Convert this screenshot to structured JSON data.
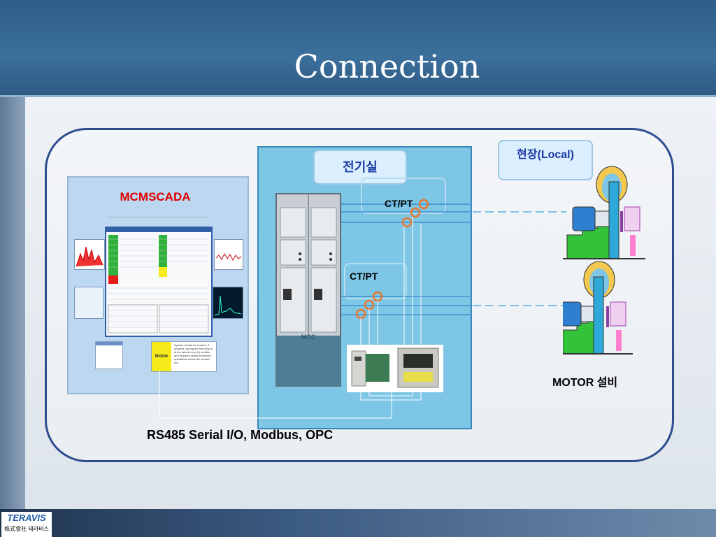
{
  "slide": {
    "title": "Connection"
  },
  "scada": {
    "title": "MCMSCADA",
    "note_text": "System should be revised, if possible, during the first stop or at the latest in six (6) months and required action/corrective operations should be carried out.",
    "status_label": "Middle"
  },
  "room_label": "전기실",
  "local_label": "현장(Local)",
  "ctpt_top": "CT/PT",
  "ctpt_bottom": "CT/PT",
  "cabinet_label": "MCC",
  "motor_label": "MOTOR 설비",
  "protocol_label": "RS485 Serial I/O, Modbus, OPC",
  "logo": {
    "top": "TERAVIS",
    "bottom": "株式會社 테라비스"
  },
  "colors": {
    "frame": "#2d4d8f",
    "coil": "#e8772b",
    "motor_body": "#2e7fd0",
    "motor_base": "#33c33a",
    "shaft": "#8b3fa0",
    "dash_line": "#3aa0e0"
  }
}
